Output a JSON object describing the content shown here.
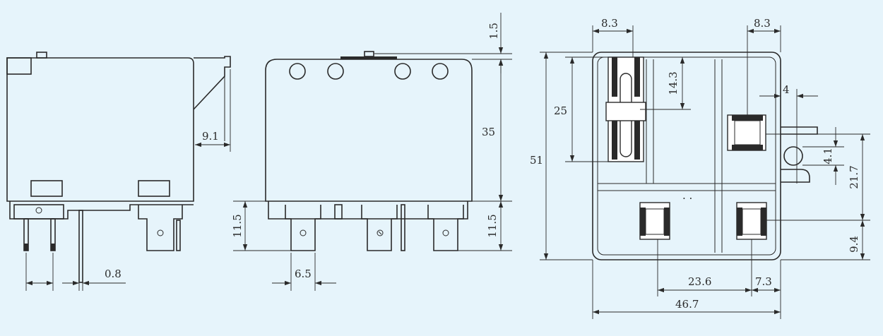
{
  "side_view": {
    "dim_top_width": "9.1",
    "dim_pin": "0.8"
  },
  "front_view": {
    "dim_top": "1.5",
    "dim_height": "35",
    "dim_pin_left": "11.5",
    "dim_pin_right": "11.5",
    "dim_pitch": "6.5"
  },
  "bottom_view": {
    "dim_pad_left": "8.3",
    "dim_pad_right": "8.3",
    "dim_14": "14.3",
    "dim_25": "25",
    "dim_51": "51",
    "dim_4": "4",
    "dim_41": "4.1",
    "dim_217": "21.7",
    "dim_94": "9.4",
    "dim_236": "23.6",
    "dim_73": "7.3",
    "dim_467": "46.7",
    "dots": ". ."
  },
  "colors": {
    "background": "#e6f4fb",
    "line": "#2a2a2a"
  }
}
